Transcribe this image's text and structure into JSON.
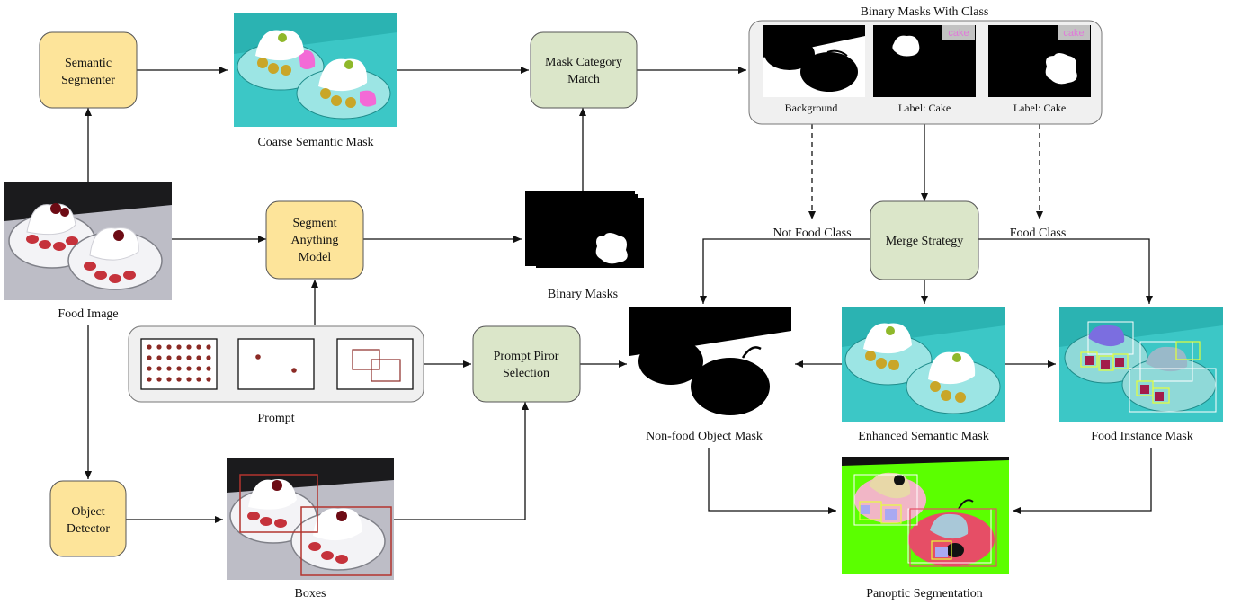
{
  "nodes": {
    "semantic_segmenter": [
      "Semantic",
      "Segmenter"
    ],
    "sam": [
      "Segment",
      "Anything",
      "Model"
    ],
    "object_detector": [
      "Object",
      "Detector"
    ],
    "mask_category_match": [
      "Mask Category",
      "Match"
    ],
    "prompt_prior_selection": [
      "Prompt Piror",
      "Selection"
    ],
    "merge_strategy": [
      "Merge Strategy"
    ]
  },
  "captions": {
    "coarse_semantic_mask": "Coarse Semantic Mask",
    "food_image": "Food Image",
    "binary_masks": "Binary Masks",
    "prompt": "Prompt",
    "boxes": "Boxes",
    "binary_masks_with_class": "Binary Masks With Class",
    "background": "Background",
    "label_cake_1": "Label: Cake",
    "label_cake_2": "Label: Cake",
    "not_food_class": "Not Food Class",
    "food_class": "Food Class",
    "non_food_object_mask": "Non-food Object Mask",
    "enhanced_semantic_mask": "Enhanced Semantic Mask",
    "food_instance_mask": "Food Instance Mask",
    "panoptic_segmentation": "Panoptic Segmentation"
  },
  "tags": {
    "cake_1": "cake",
    "cake_2": "cake"
  },
  "colors": {
    "yellow_node": "#fde49a",
    "green_node": "#dbe6c9",
    "panel_gray": "#f0f0f0",
    "teal": "#3cc7c6",
    "prompt_dot": "#8b2a25",
    "panoptic_green": "#5bff00",
    "food_red": "#e64e66"
  }
}
